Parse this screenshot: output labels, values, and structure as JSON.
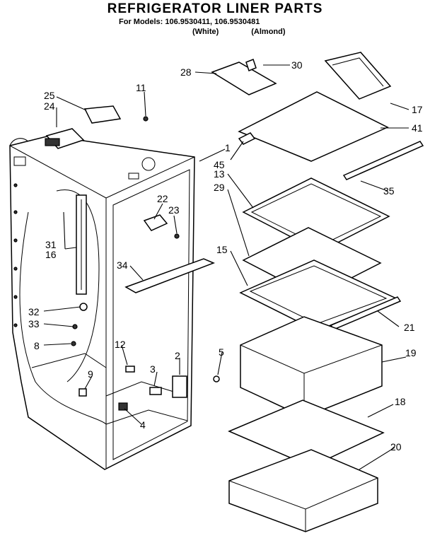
{
  "header": {
    "title": "REFRIGERATOR LINER PARTS",
    "models_line": "For Models: 106.9530411, 106.9530481",
    "variants": [
      "(White)",
      "(Almond)"
    ]
  },
  "callouts": [
    {
      "id": "c30",
      "text": "30"
    },
    {
      "id": "c28",
      "text": "28"
    },
    {
      "id": "c11",
      "text": "11"
    },
    {
      "id": "c25",
      "text": "25"
    },
    {
      "id": "c24",
      "text": "24"
    },
    {
      "id": "c17",
      "text": "17"
    },
    {
      "id": "c41",
      "text": "41"
    },
    {
      "id": "c1",
      "text": "1"
    },
    {
      "id": "c45",
      "text": "45"
    },
    {
      "id": "c13",
      "text": "13"
    },
    {
      "id": "c35",
      "text": "35"
    },
    {
      "id": "c29",
      "text": "29"
    },
    {
      "id": "c22",
      "text": "22"
    },
    {
      "id": "c23",
      "text": "23"
    },
    {
      "id": "c31",
      "text": "31"
    },
    {
      "id": "c16",
      "text": "16"
    },
    {
      "id": "c34",
      "text": "34"
    },
    {
      "id": "c15",
      "text": "15"
    },
    {
      "id": "c21",
      "text": "21"
    },
    {
      "id": "c32",
      "text": "32"
    },
    {
      "id": "c33",
      "text": "33"
    },
    {
      "id": "c8",
      "text": "8"
    },
    {
      "id": "c12",
      "text": "12"
    },
    {
      "id": "c2",
      "text": "2"
    },
    {
      "id": "c5",
      "text": "5"
    },
    {
      "id": "c19",
      "text": "19"
    },
    {
      "id": "c3",
      "text": "3"
    },
    {
      "id": "c9",
      "text": "9"
    },
    {
      "id": "c4",
      "text": "4"
    },
    {
      "id": "c18",
      "text": "18"
    },
    {
      "id": "c20",
      "text": "20"
    }
  ]
}
